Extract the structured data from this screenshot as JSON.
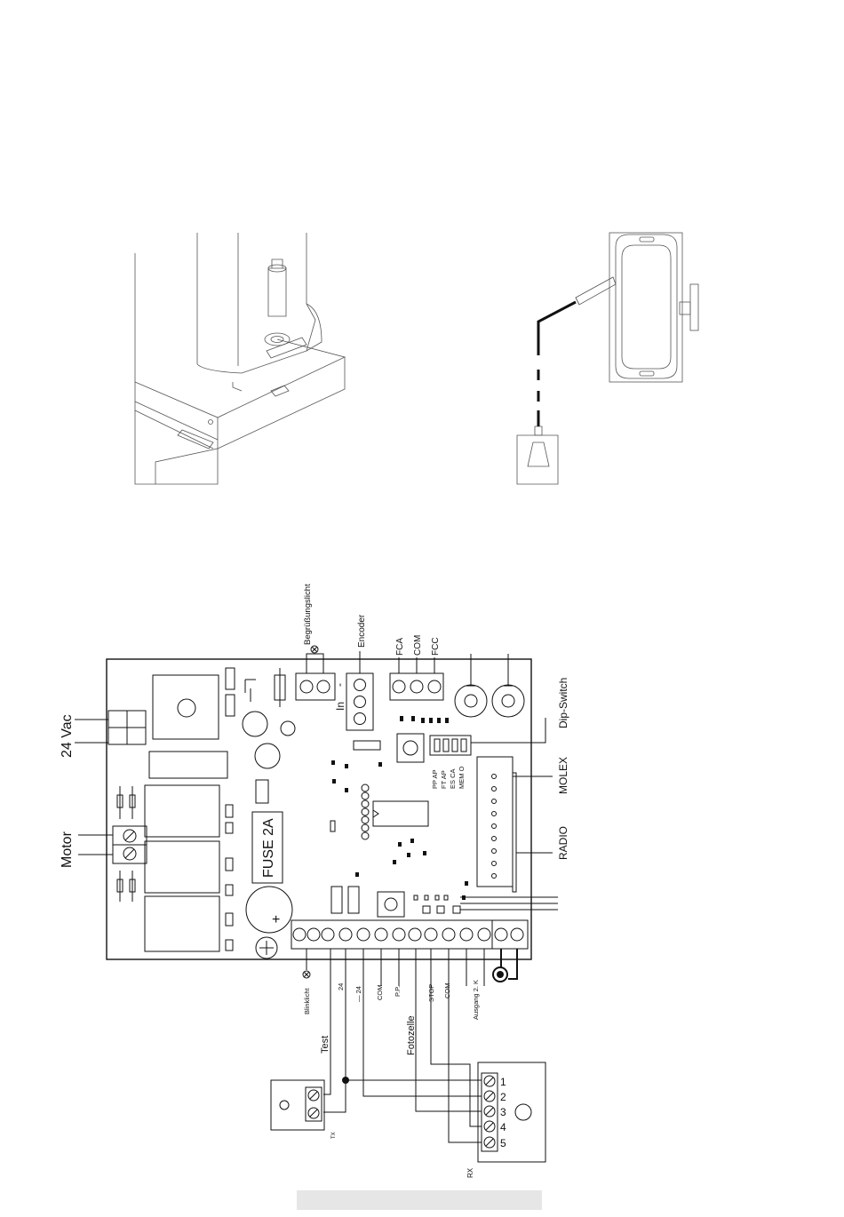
{
  "side_labels": {
    "supply": "24 Vac",
    "motor": "Motor"
  },
  "top_labels": {
    "greeting_light": "Begrüßungslicht",
    "encoder": "Encoder",
    "in": "In",
    "minus": "-",
    "fca": "FCA",
    "com": "COM",
    "fcc": "FCC"
  },
  "right_labels": {
    "dip_switch": "Dip-Switch",
    "molex": "MOLEX",
    "radio": "RADIO"
  },
  "board": {
    "fuse": "FUSE 2A",
    "dip_labels": [
      "PP AP",
      "FT AP",
      "ES CA",
      "MEM O"
    ],
    "plus": "+"
  },
  "bottom_terminals": [
    "Blinklicht",
    "24",
    "— 24",
    "COM",
    "P.P.",
    "STOP",
    "COM",
    "Ausgang 2. K"
  ],
  "wiring": {
    "test": "Test",
    "photocell": "Fotozelle",
    "tx": "TX",
    "rx": "RX",
    "rx_terminals": [
      "1",
      "2",
      "3",
      "4",
      "5"
    ]
  }
}
